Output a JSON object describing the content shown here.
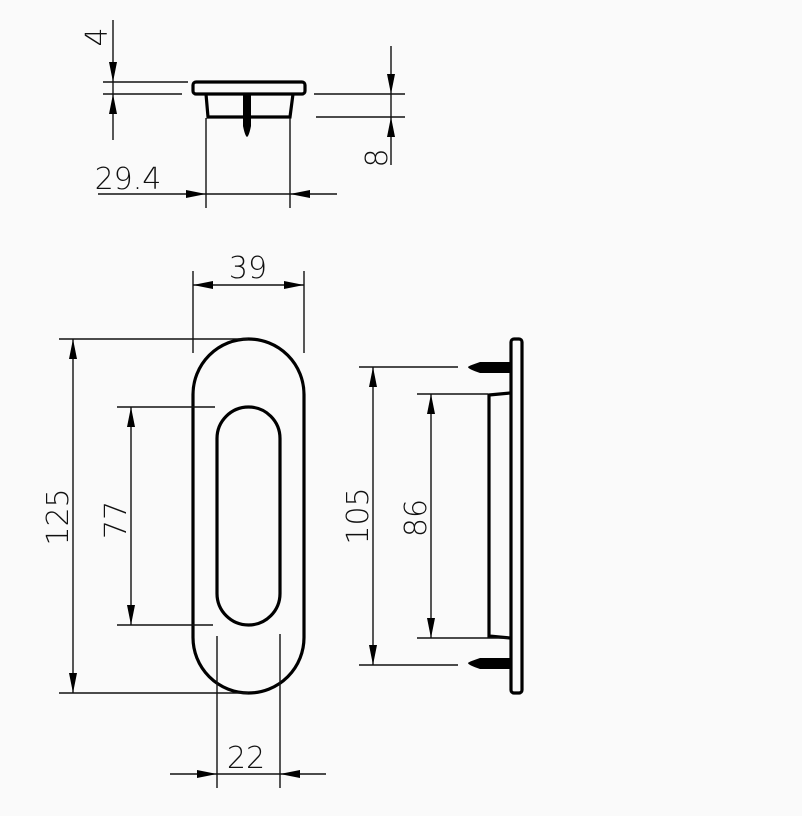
{
  "drawing": {
    "title": "Flush pull handle technical drawing",
    "background": "#fafafa",
    "line_color": "#000000",
    "views": {
      "top": {
        "dimensions": {
          "flange_thickness": "4",
          "body_depth": "8",
          "body_width": "29.4"
        }
      },
      "front": {
        "dimensions": {
          "overall_width": "39",
          "overall_height": "125",
          "inner_slot_height": "77",
          "inner_slot_width": "22"
        }
      },
      "side": {
        "dimensions": {
          "screw_spacing": "105",
          "recess_height": "86"
        }
      }
    }
  }
}
